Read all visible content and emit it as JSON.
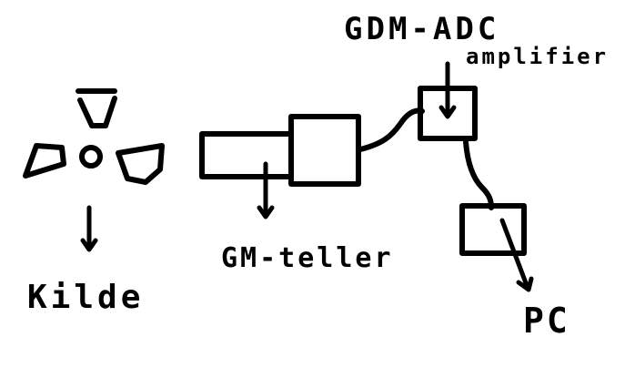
{
  "labels": {
    "source": "Kilde",
    "counter": "GM-teller",
    "adc": "GDM-ADC",
    "adc_sub": "amplifier",
    "pc": "PC"
  },
  "colors": {
    "ink": "#000000",
    "background": "#ffffff"
  }
}
